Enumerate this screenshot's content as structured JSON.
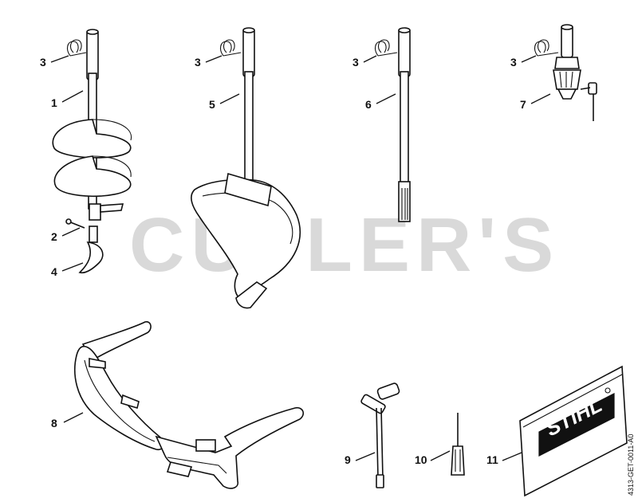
{
  "watermark": "CUTLER'S",
  "diagram_code": "4313-GET-0011-A0",
  "logo_text": "STIHL",
  "callouts": {
    "c3a": "3",
    "c3b": "3",
    "c3c": "3",
    "c3d": "3",
    "c1": "1",
    "c2": "2",
    "c4": "4",
    "c5": "5",
    "c6": "6",
    "c7": "7",
    "c8": "8",
    "c9": "9",
    "c10": "10",
    "c11": "11"
  },
  "colors": {
    "line": "#111111",
    "watermark": "#d9d9d9",
    "background": "#ffffff",
    "logo_panel": "#111111"
  }
}
